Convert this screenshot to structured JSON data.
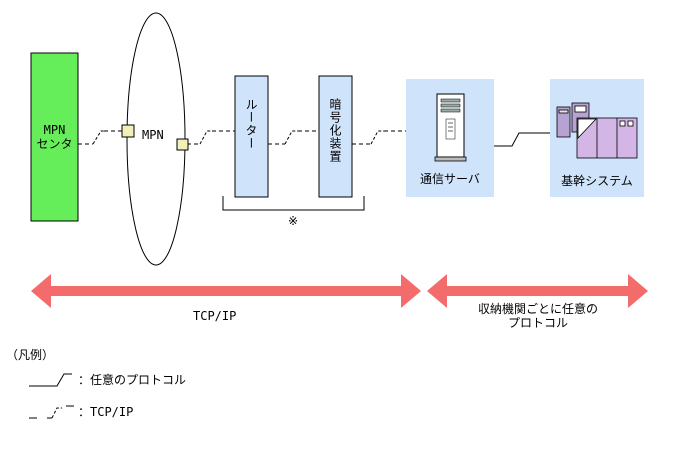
{
  "nodes": {
    "mpn_center": {
      "line1": "MPN",
      "line2": "センタ",
      "color": "#66ee5a"
    },
    "mpn": {
      "label": "MPN"
    },
    "router": {
      "label": "ルーター",
      "color": "#cfe4fb"
    },
    "encryption": {
      "label": "暗号化装置",
      "color": "#cfe4fb"
    },
    "comm_server": {
      "label": "通信サーバ",
      "color": "#cfe4fb"
    },
    "core_system": {
      "label": "基幹システム",
      "color": "#cfe4fb"
    }
  },
  "bracket_note": "※",
  "arrows": {
    "color": "#f36b6b",
    "tcpip": {
      "label": "TCP/IP"
    },
    "protocol": {
      "line1": "収納機関ごとに任意の",
      "line2": "プロトコル"
    }
  },
  "legend": {
    "title": "（凡例）",
    "items": [
      {
        "label": "：任意のプロトコル"
      },
      {
        "label": "：TCP/IP"
      }
    ]
  }
}
